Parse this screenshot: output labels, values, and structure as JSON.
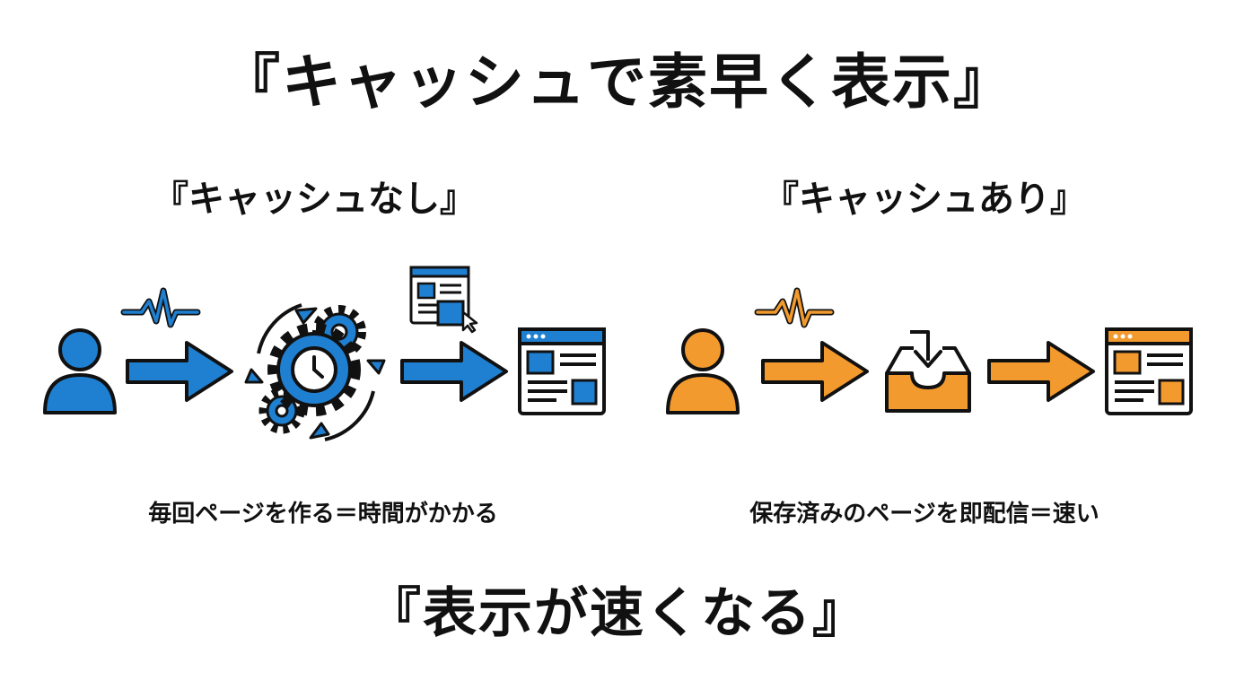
{
  "title": "『キャッシュで素早く表示』",
  "left_panel": {
    "heading": "『キャッシュなし』",
    "caption": "毎回ページを作る＝時間がかかる",
    "color": "#1f7fd1"
  },
  "right_panel": {
    "heading": "『キャッシュあり』",
    "caption": "保存済みのページを即配信＝速い",
    "color": "#f29a2e"
  },
  "conclusion": "『表示が速くなる』",
  "icons": {
    "left": [
      "user-icon",
      "pulse-icon",
      "arrow-right-icon",
      "gears-clock-icon",
      "browser-window-icon",
      "arrow-right-icon",
      "browser-window-icon"
    ],
    "right": [
      "user-icon",
      "pulse-icon",
      "arrow-right-icon",
      "inbox-download-icon",
      "arrow-right-icon",
      "browser-window-icon"
    ]
  },
  "outline_color": "#111111"
}
